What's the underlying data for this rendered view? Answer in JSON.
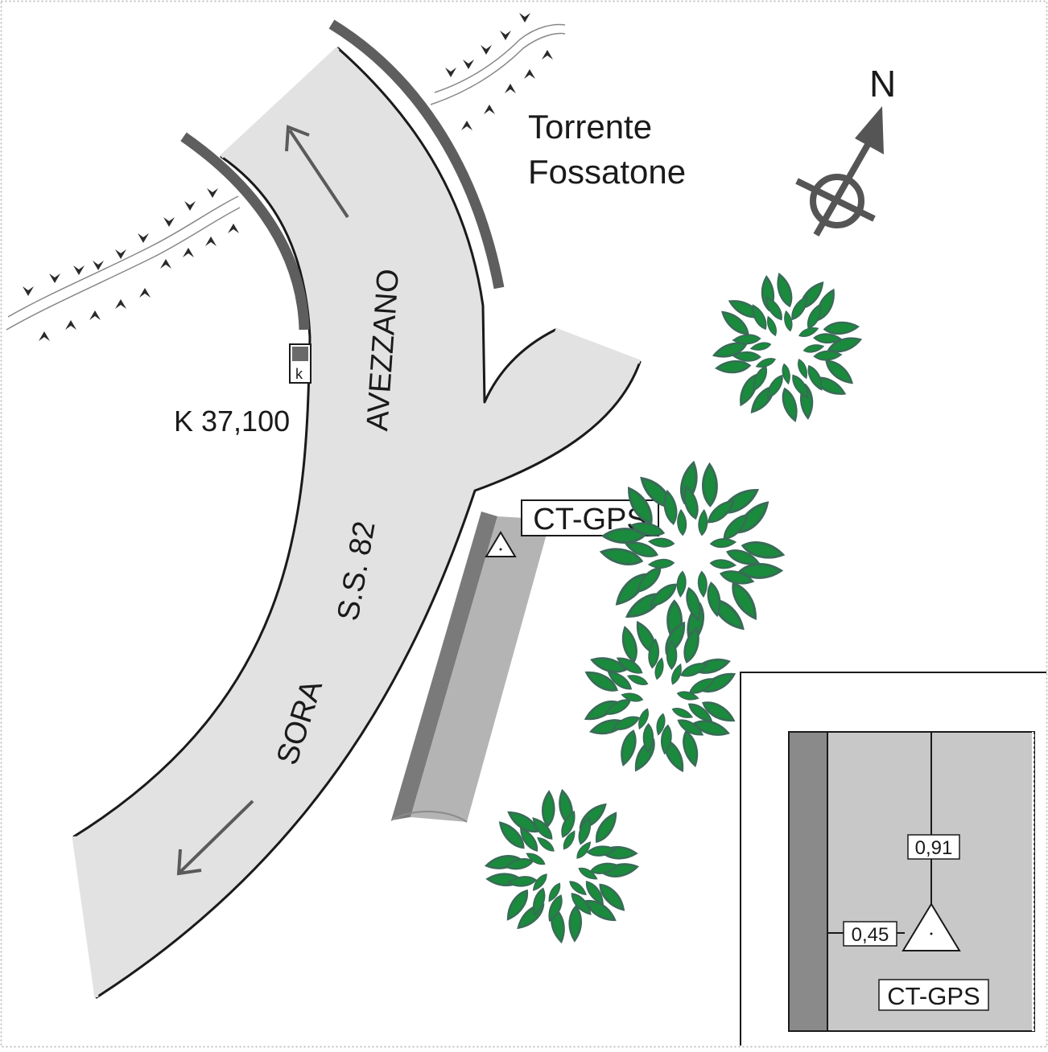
{
  "labels": {
    "stream_name_line1": "Torrente",
    "stream_name_line2": "Fossatone",
    "north": "N",
    "km_marker": "K 37,100",
    "km_marker_letter": "k",
    "road_north": "AVEZZANO",
    "road_name": "S.S. 82",
    "road_south": "SORA",
    "station": "CT-GPS"
  },
  "inset": {
    "station": "CT-GPS",
    "offset_top": "0,91",
    "offset_side": "0,45"
  },
  "icons": {
    "north_arrow": "compass-north-arrow-icon",
    "station": "triangle-survey-marker-icon",
    "tree": "tree-canopy-icon",
    "km_marker": "kilometre-stone-icon",
    "stream": "stream-with-banks-icon"
  },
  "colors": {
    "road_fill": "#e2e2e2",
    "guardrail": "#5e5e5e",
    "platform_light": "#b4b4b4",
    "platform_dark": "#7a7a7a",
    "tree_leaf": "#1a8a3c",
    "tree_leaf_dark": "#3a6a58",
    "inset_fill": "#c8c8c8",
    "inset_wall": "#8a8a8a"
  }
}
